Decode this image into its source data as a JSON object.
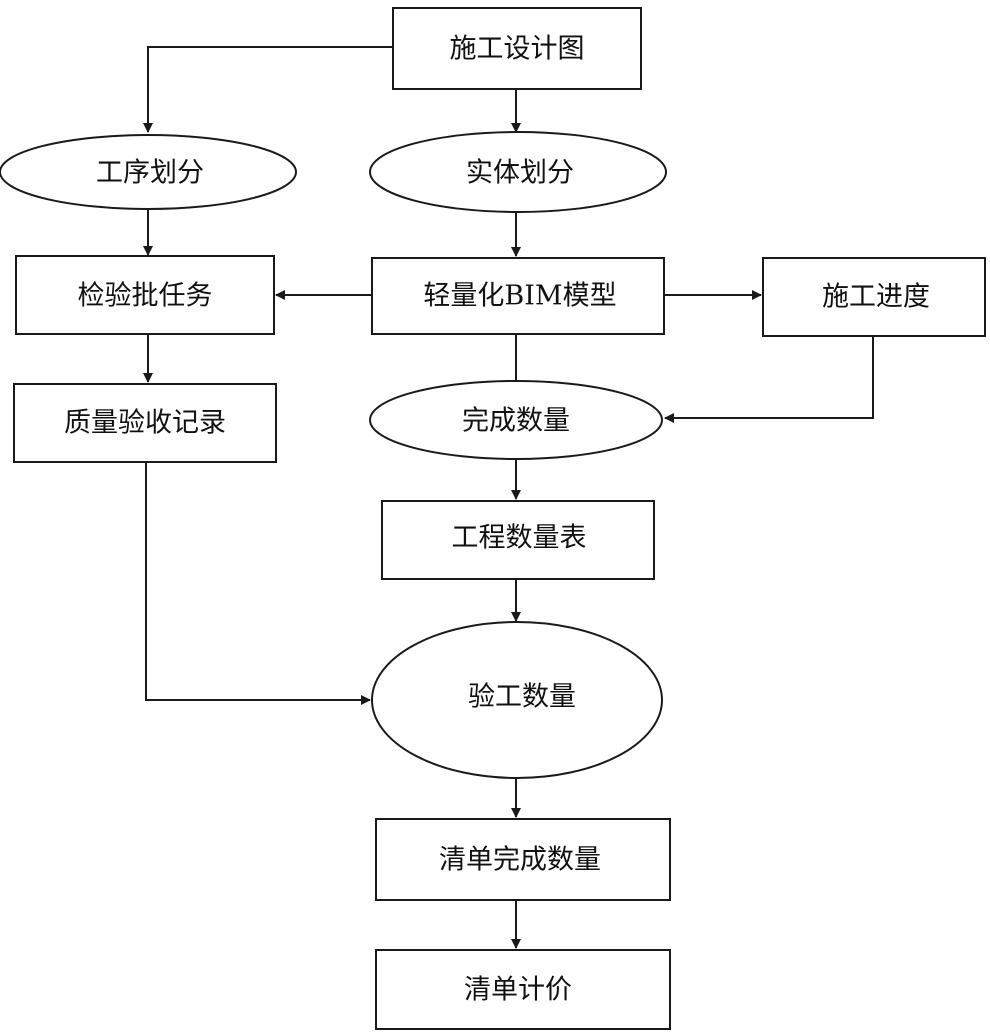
{
  "nodes": {
    "design_drawing": "施工设计图",
    "process_division": "工序划分",
    "entity_division": "实体划分",
    "inspection_lot_task": "检验批任务",
    "lightweight_bim_model": "轻量化BIM模型",
    "construction_progress": "施工进度",
    "quality_acceptance_record": "质量验收记录",
    "completed_quantity": "完成数量",
    "engineering_quantity_table": "工程数量表",
    "accepted_quantity": "验工数量",
    "bill_completed_quantity": "清单完成数量",
    "bill_pricing": "清单计价"
  },
  "colors": {
    "stroke": "#1a1a1a",
    "fill": "#ffffff",
    "text": "#111111"
  }
}
